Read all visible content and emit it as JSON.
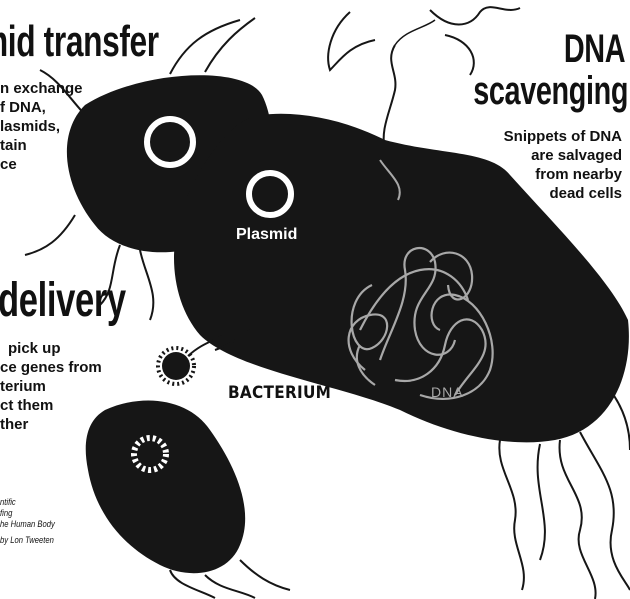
{
  "colors": {
    "ink": "#161616",
    "paper": "#ffffff",
    "dna_strand": "#a8a8a8"
  },
  "headings": {
    "plasmid_transfer": "mid transfer",
    "dna_scavenging_line1": "DNA",
    "dna_scavenging_line2": "scavenging",
    "delivery": "delivery"
  },
  "plasmid_text": [
    "n exchange",
    "f DNA,",
    "lasmids,",
    "tain",
    "ce"
  ],
  "scavenging_text": [
    "Snippets of DNA",
    "are salvaged",
    "from nearby",
    "dead cells"
  ],
  "delivery_text": [
    "pick up",
    "ce genes from",
    "terium",
    "ct them",
    "ther"
  ],
  "labels": {
    "plasmid": "Plasmid",
    "bacterium": "BACTERIUM",
    "dna": "DNA"
  },
  "credit": [
    "ntific",
    "fing",
    "he Human Body",
    "by Lon Tweeten"
  ],
  "icons": [
    "bacterium-shape",
    "plasmid-ring",
    "dna-coil",
    "flagellum",
    "virus-particle"
  ]
}
